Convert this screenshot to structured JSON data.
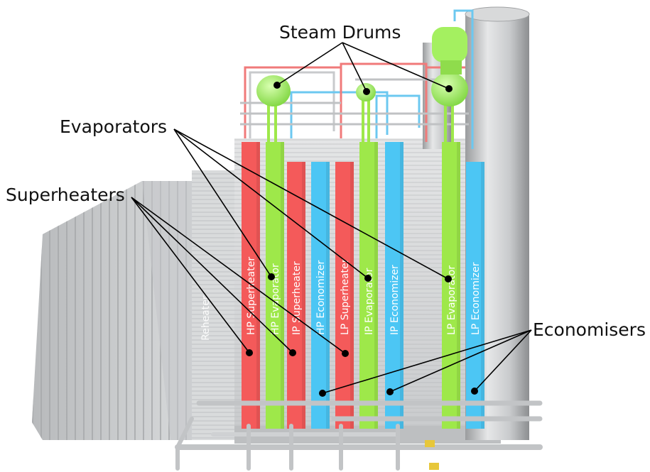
{
  "callouts": {
    "steam_drums": "Steam Drums",
    "evaporators": "Evaporators",
    "superheaters": "Superheaters",
    "economisers": "Economisers"
  },
  "modules": [
    {
      "label": "HP Superheater",
      "kind": "superheater"
    },
    {
      "label": "HP Evaporator",
      "kind": "evaporator"
    },
    {
      "label": "IP Superheater",
      "kind": "superheater"
    },
    {
      "label": "HP Economizer",
      "kind": "economizer"
    },
    {
      "label": "LP Superheater",
      "kind": "superheater"
    },
    {
      "label": "IP Evaporator",
      "kind": "evaporator"
    },
    {
      "label": "IP Economizer",
      "kind": "economizer"
    },
    {
      "label": "LP Evaporator",
      "kind": "evaporator"
    },
    {
      "label": "LP Economizer",
      "kind": "economizer"
    }
  ],
  "reheater_label": "Reheater",
  "colors": {
    "superheater": "#f45a5a",
    "evaporator": "#9ee84a",
    "economizer": "#4cc6f4",
    "drum": "#a4f060",
    "casing": "#d2d4d6",
    "stack": "#c4c6c8"
  }
}
